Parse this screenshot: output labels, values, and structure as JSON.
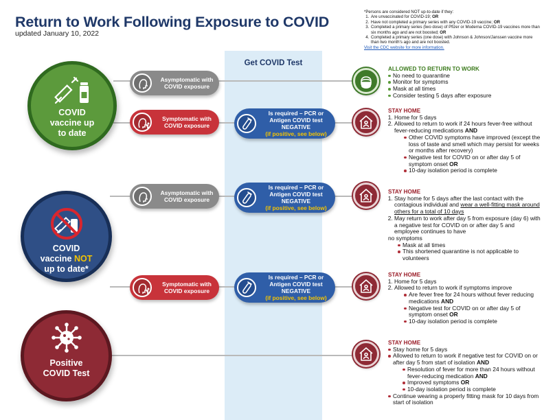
{
  "header": {
    "title": "Return to Work Following Exposure to COVID",
    "updated": "updated January 10, 2022"
  },
  "notes": {
    "intro": "*Persons are considered NOT up-to-date if they:",
    "items": [
      {
        "text": "Are unvaccinated for COVID-19; ",
        "bold": "OR"
      },
      {
        "text": "Have not completed a primary series with any COVID-19 vaccine; ",
        "bold": "OR"
      },
      {
        "text": "Completed a primary series (two dose) of Pfizer or Moderna COVID-19 vaccines more than six months ago and are not boosted; ",
        "bold": "OR"
      },
      {
        "text": "Completed a primary series (one dose) with Johnson & Johnson/Janssen vaccine more than two month's ago and are not boosted.",
        "bold": ""
      }
    ],
    "link": "Visit the CDC website for more information."
  },
  "band": {
    "title": "Get COVID Test"
  },
  "circles": {
    "up_to_date": {
      "line1": "COVID",
      "line2": "vaccine up",
      "line3": "to date"
    },
    "not_up_to_date": {
      "line1": "COVID",
      "line2a": "vaccine ",
      "line2b": "NOT",
      "line3": "up to date*"
    },
    "positive": {
      "line1": "Positive",
      "line2": "COVID Test"
    }
  },
  "pills": {
    "asymptomatic": {
      "line1": "Asymptomatic with",
      "line2": "COVID exposure"
    },
    "symptomatic": {
      "line1": "Symptomatic with",
      "line2": "COVID exposure"
    },
    "test": {
      "line1": "Is required – PCR or",
      "line2": "Antigen COVID test",
      "line3": "NEGATIVE",
      "line4": "(if positive, see below)"
    }
  },
  "outcomes": {
    "o1": {
      "heading": "ALLOWED TO RETURN TO WORK",
      "items": [
        "No need to quarantine",
        "Monitor for symptoms",
        "Mask at all times",
        "Consider testing 5 days after exposure"
      ]
    },
    "o2": {
      "heading": "STAY HOME",
      "n1": "Home for 5 days",
      "n2": "Allowed to return to work if 24 hours fever-free without fever-reducing medications",
      "and": "AND",
      "or": "OR",
      "b1": "Other COVID symptoms have improved (except the loss of taste and smell which may persist for weeks or months after recovery)",
      "b2": "Negative test for COVID on or after day 5 of symptom onset",
      "b3": "10-day isolation period is complete"
    },
    "o3": {
      "heading": "STAY HOME",
      "n1a": "Stay home for 5 days after the last contact with the contagious individual and ",
      "n1b": "wear a well-fitting mask around others for a total of 10 days",
      "n2": "May return to work after day 5 from exposure (day 6) with a negative test for COVID on or after day 5 and employee continues to have",
      "n2b": "no symptoms",
      "b1": "Mask at all times",
      "b2": "This shortened quarantine is not applicable to volunteers"
    },
    "o4": {
      "heading": "STAY HOME",
      "n1": "Home for 5 days",
      "n2": "Allowed to return to work if symptoms improve",
      "and": "AND",
      "or": "OR",
      "b1": "Are fever free for 24 hours without fever reducing medications",
      "b2": "Negative test for COVID on or after day 5 of symptom onset",
      "b3": "10-day isolation period is complete"
    },
    "o5": {
      "heading": "STAY HOME",
      "and": "AND",
      "or": "OR",
      "i1": "Stay home for 5 days",
      "i2": "Allowed to return to work if negative test for COVID on or after day 5 from start of isolation",
      "s1": "Resolution of fever for more than 24 hours without fever-reducing medication",
      "s2": "Improved symptoms",
      "s3": "10-day isolation period is complete",
      "i3": "Continue wearing a properly fitting mask for 10 days from start of isolation"
    }
  }
}
